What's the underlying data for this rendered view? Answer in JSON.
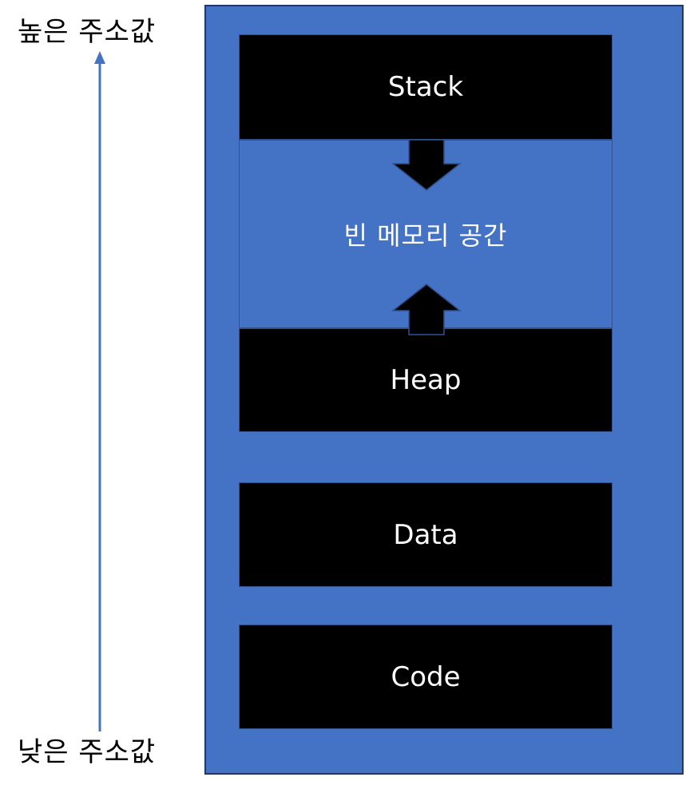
{
  "labels": {
    "high_address": "높은 주소값",
    "low_address": "낮은 주소값"
  },
  "segments": {
    "stack": "Stack",
    "free_space": "빈 메모리 공간",
    "heap": "Heap",
    "data": "Data",
    "code": "Code"
  },
  "colors": {
    "memory_background": "#4472C4",
    "segment_fill": "#000000",
    "segment_text": "#ffffff",
    "address_arrow": "#4472C4"
  }
}
